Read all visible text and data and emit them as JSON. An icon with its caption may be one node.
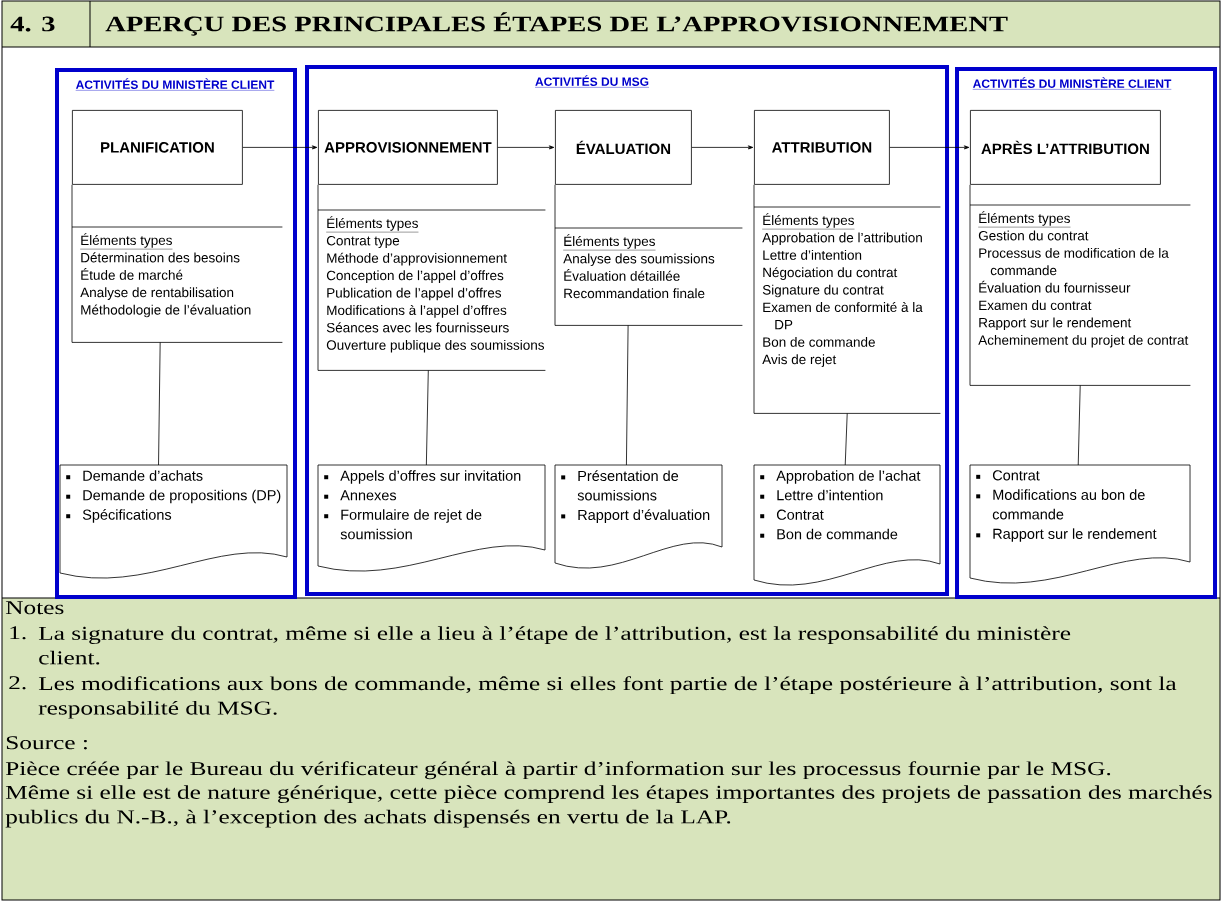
{
  "diagram": {
    "title": "APERÇU DES PRINCIPALES ÉTAPES DE L’APPROVISIONNEMENT",
    "nodes": [
      {
        "text": [
          "ACTIVITÉS DU MINISTÈRE CLIENT"
        ]
      },
      {
        "text": [
          "PLANIFICATION"
        ],
        "in": 0
      },
      {
        "text": [
          "Éléments types",
          "Détermination des besoins",
          "Étude de marché",
          "Analyse de rentabilisation",
          "Méthodologie de l’évaluation"
        ],
        "in": 0
      },
      {
        "text": [
          "Demande d’achats",
          "Demande de propositions (DP)",
          "Spécifications"
        ],
        "in": 0
      },
      {
        "text": [
          "ACTIVITÉS DU MSG"
        ]
      },
      {
        "text": [
          "APPROVISIONNEMENT"
        ],
        "in": 4
      },
      {
        "text": [
          "Éléments types",
          "Contrat type",
          "Méthode d’approvisionnement",
          "Conception de l’appel d’offres",
          "Publication de l’appel d’offres",
          "Modifications à l’appel d’offres",
          "Séances avec les fournisseurs",
          "Ouverture publique des soumissions"
        ],
        "in": 4
      },
      {
        "text": [
          "Appels d’offres sur invitation",
          "Annexes",
          "Formulaire de rejet de soumission"
        ],
        "in": 4
      },
      {
        "text": [
          "ÉVALUATION"
        ],
        "in": 4
      },
      {
        "text": [
          "Éléments types",
          "Analyse des soumissions",
          "Évaluation détaillée",
          "Recommandation finale"
        ],
        "in": 4
      },
      {
        "text": [
          "Présentation de soumissions",
          "Rapport d’évaluation"
        ],
        "in": 4
      },
      {
        "text": [
          "ATTRIBUTION"
        ],
        "in": 4
      },
      {
        "text": [
          "Éléments types",
          "Approbation de l’attribution",
          "Lettre d’intention",
          "Négociation du contrat",
          "Signature du contrat",
          "Examen de conformité à la DP",
          "Bon de commande",
          "Avis de rejet"
        ],
        "in": 4
      },
      {
        "text": [
          "Approbation de l’achat",
          "Lettre d’intention",
          "Contrat",
          "Bon de commande"
        ],
        "in": 4
      },
      {
        "text": [
          "ACTIVITÉS DU MINISTÈRE CLIENT"
        ]
      },
      {
        "text": [
          "APRÈS L’ATTRIBUTION"
        ],
        "in": 14
      },
      {
        "text": [
          "Éléments types",
          "Gestion du contrat",
          "Processus de modification de la commande",
          "Évaluation du fournisseur",
          "Examen du contrat",
          "Rapport sur le rendement",
          "Acheminement du projet de contrat"
        ],
        "in": 14
      },
      {
        "text": [
          "Contrat",
          "Modifications au bon de commande",
          "Rapport sur le rendement"
        ],
        "in": 14
      }
    ],
    "edges": [
      {
        "from": 1,
        "to": 5,
        "arrow": "to"
      },
      {
        "from": 5,
        "to": 8,
        "arrow": "to"
      },
      {
        "from": 8,
        "to": 11,
        "arrow": "to"
      },
      {
        "from": 11,
        "to": 15,
        "arrow": "to"
      },
      {
        "from": 1,
        "to": 2,
        "arrow": "none"
      },
      {
        "from": 2,
        "to": 3,
        "arrow": "none"
      },
      {
        "from": 5,
        "to": 6,
        "arrow": "none"
      },
      {
        "from": 6,
        "to": 7,
        "arrow": "none"
      },
      {
        "from": 8,
        "to": 9,
        "arrow": "none"
      },
      {
        "from": 9,
        "to": 10,
        "arrow": "none"
      },
      {
        "from": 11,
        "to": 12,
        "arrow": "none"
      },
      {
        "from": 12,
        "to": 13,
        "arrow": "none"
      },
      {
        "from": 15,
        "to": 16,
        "arrow": "none"
      },
      {
        "from": 16,
        "to": 17,
        "arrow": "none"
      }
    ],
    "labels": [
      "4. 3",
      "Notes",
      "1.",
      "La signature du contrat, même si elle a lieu à l’étape de l’attribution, est la responsabilité du ministère client.",
      "2.",
      "Les modifications aux bons de commande, même si elles font partie de l’étape postérieure à l’attribution, sont la responsabilité du MSG.",
      "Source :",
      "Pièce créée par le Bureau du vérificateur général à partir d’information sur les processus fournie par le MSG.",
      "Même si elle est de nature générique, cette pièce comprend les étapes importantes des projets de passation des marchés publics du N.-B., à l’exception des achats dispensés en vertu de la LAP."
    ]
  }
}
